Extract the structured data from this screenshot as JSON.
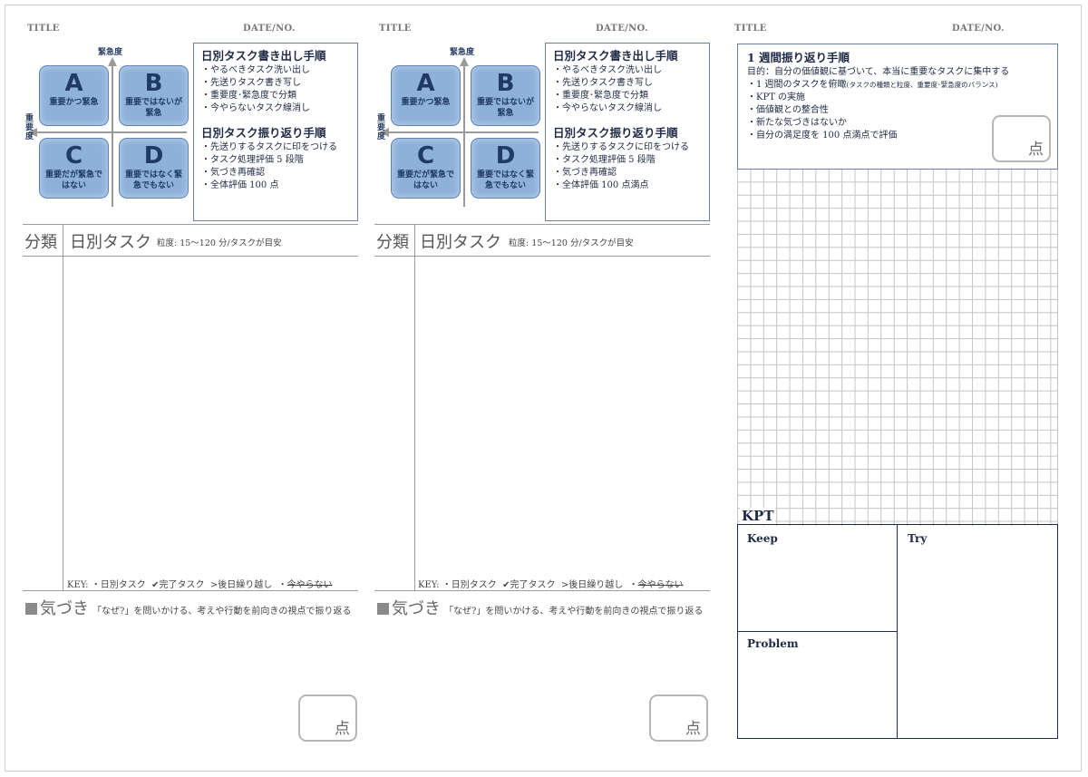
{
  "header": {
    "title_label": "TITLE",
    "date_label": "DATE/NO."
  },
  "matrix": {
    "urgency_label": "緊急度",
    "importance_label": "重要度",
    "importance_chars": [
      "重",
      "要",
      "度"
    ],
    "quadrants": [
      {
        "letter": "A",
        "text": "重要かつ緊急"
      },
      {
        "letter": "B",
        "text": "重要ではないが緊急"
      },
      {
        "letter": "C",
        "text": "重要だが緊急ではない"
      },
      {
        "letter": "D",
        "text": "重要ではなく緊急でもない"
      }
    ]
  },
  "procedure": {
    "write_title": "日別タスク書き出し手順",
    "write_items": [
      "・やるべきタスク洗い出し",
      "・先送りタスク書き写し",
      "・重要度･緊急度で分類",
      "・今やらないタスク線消し"
    ],
    "review_title": "日別タスク振り返り手順",
    "review_items": [
      "・先送りするタスクに印をつける",
      "・タスク処理評価 5 段階",
      "・気づき再確認",
      "・全体評価 100 点"
    ],
    "review_items_alt": [
      "・先送りするタスクに印をつける",
      "・タスク処理評価 5 段階",
      "・気づき再確認",
      "・全体評価 100 点満点"
    ]
  },
  "task_table": {
    "category_label": "分類",
    "tasks_label": "日別タスク",
    "granularity_note": "粒度: 15～120 分/タスクが目安"
  },
  "key": {
    "label": "KEY:",
    "daily": "・日別タスク",
    "done": "✔完了タスク",
    "carry": ">後日繰り越し",
    "skip": "今やらない"
  },
  "insight": {
    "label": "気づき",
    "note": "「なぜ?」を問いかける、考えや行動を前向きの視点で振り返る"
  },
  "score_unit": "点",
  "weekly": {
    "title": "1 週間振り返り手順",
    "purpose": "目的：自分の価値観に基づいて、本当に重要なタスクに集中する",
    "item1": "・1 週間のタスクを俯瞰",
    "item1_note": "(タスクの種類と粒度、重要度･緊急度のバランス)",
    "items": [
      "・KPT の実施",
      "・価値観との整合性",
      "・新たな気づきはないか",
      "・自分の満足度を 100 点満点で評価"
    ]
  },
  "kpt": {
    "label": "KPT",
    "keep": "Keep",
    "try": "Try",
    "problem": "Problem"
  }
}
